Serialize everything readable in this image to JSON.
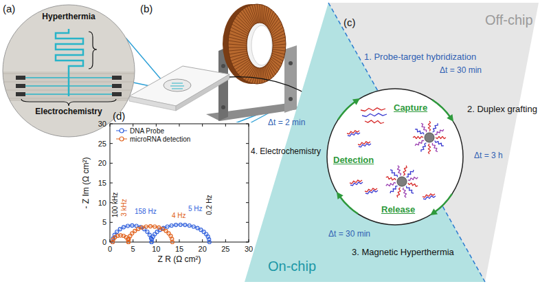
{
  "diagram": {
    "nodes": [
      {
        "text": [
          "Hyperthermia",
          "Electrochemistry"
        ]
      },
      {
        "text": [
          "Off-chip"
        ]
      },
      {
        "text": [
          "On-chip"
        ]
      },
      {
        "text": [
          "Capture",
          "Detection",
          "Release"
        ]
      }
    ],
    "labels": [
      "(a)",
      "(b)",
      "(c)",
      "1. Probe-target hybridization",
      "Δt = 30 min",
      "2. Duplex grafting",
      "Δt = 3 h",
      "Δt = 2 min",
      "4. Electrochemistry",
      "Δt = 30 min",
      "3. Magnetic Hyperthermia",
      "(d)",
      "- Z Im (Ω cm²)",
      "Z R (Ω cm²)",
      "30",
      "25",
      "20",
      "15",
      "10",
      "5",
      "0",
      "0",
      "5",
      "10",
      "15",
      "20",
      "25",
      "30",
      "100 kHz",
      "3 kHz",
      "158 Hz",
      "4 Hz",
      "5 Hz",
      "0.2 Hz"
    ],
    "legend": [
      {
        "text": "DNA Probe"
      },
      {
        "text": "microRNA detection"
      }
    ]
  }
}
